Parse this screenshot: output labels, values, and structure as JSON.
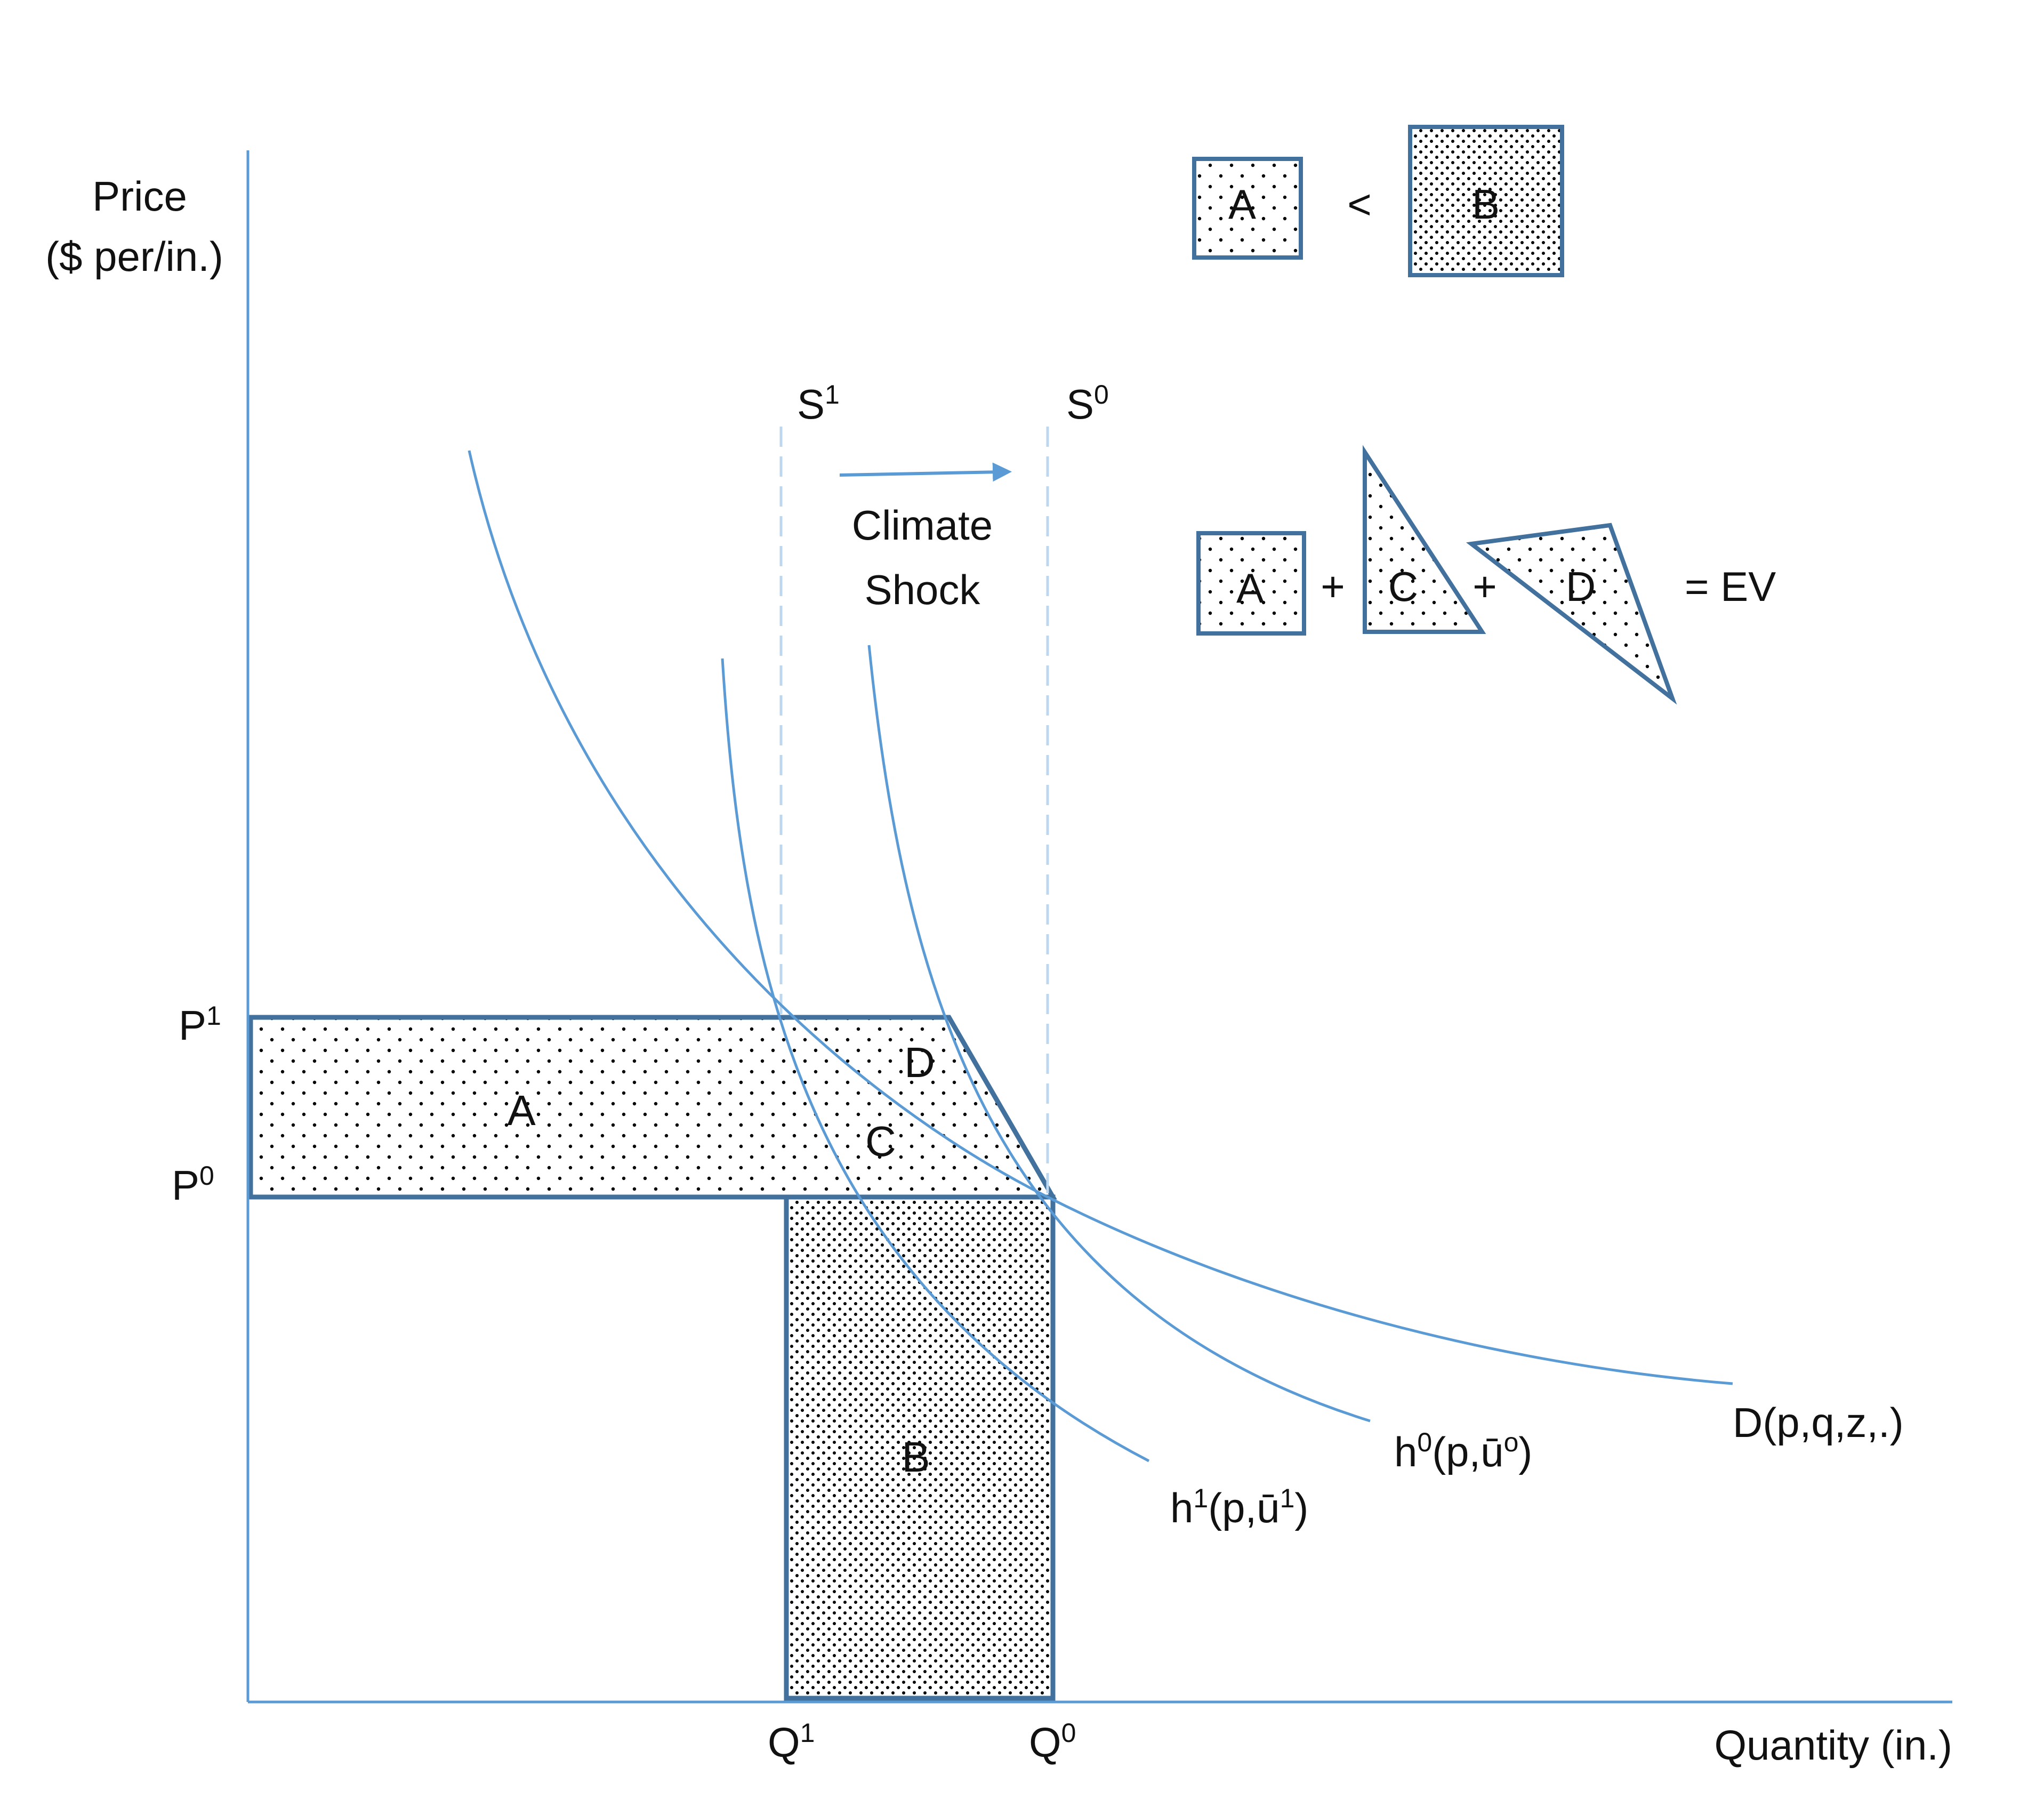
{
  "axes": {
    "y_label_line1": "Price",
    "y_label_line2": "($ per/in.)",
    "x_label": "Quantity (in.)"
  },
  "ticks": {
    "p1": {
      "base": "P",
      "sup": "1"
    },
    "p0": {
      "base": "P",
      "sup": "0"
    },
    "q1": {
      "base": "Q",
      "sup": "1"
    },
    "q0": {
      "base": "Q",
      "sup": "0"
    }
  },
  "supply": {
    "s1": {
      "base": "S",
      "sup": "1"
    },
    "s0": {
      "base": "S",
      "sup": "0"
    }
  },
  "shock": {
    "line1": "Climate",
    "line2": "Shock"
  },
  "regions": {
    "a": "A",
    "b": "B",
    "c": "C",
    "d": "D"
  },
  "curves": {
    "demand": "D(p,q,z,.)",
    "h0": {
      "base": "h",
      "sup": "0",
      "rest": "(p,ū",
      "sup2": "o",
      "close": ")"
    },
    "h1": {
      "base": "h",
      "sup": "1",
      "rest": "(p,ū",
      "sup2": "1",
      "close": ")"
    }
  },
  "legend": {
    "box_a": "A",
    "lt": "<",
    "box_b": "B",
    "sum_a": "A",
    "plus1": "+",
    "sum_c": "C",
    "plus2": "+",
    "sum_d": "D",
    "equals_ev": "= EV"
  },
  "colors": {
    "axis": "#5b9bd5",
    "curve": "#5b9bd5",
    "shape_border": "#41719c",
    "supply_dash": "#bdd7ee",
    "dots": "#000000"
  }
}
